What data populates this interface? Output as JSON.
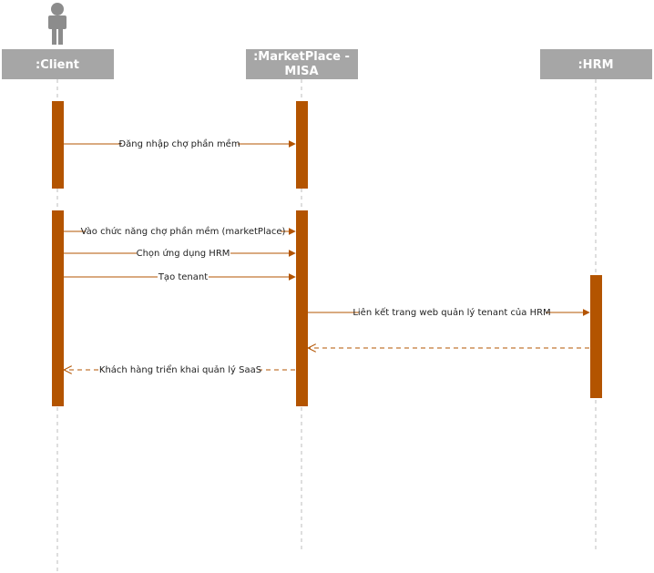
{
  "diagram": {
    "type": "sequence",
    "colors": {
      "header_fill": "#a6a6a6",
      "activation_fill": "#b35400",
      "message_line": "#b35400",
      "lifeline": "#bdbdbd",
      "actor_icon": "#8c8c8c",
      "background": "#ffffff"
    },
    "participants": {
      "client": {
        "icon": "actor-person-icon",
        "label": ":Client"
      },
      "marketplace": {
        "label_line1": ":MarketPlace -",
        "label_line2": "MISA"
      },
      "hrm": {
        "label": ":HRM"
      }
    },
    "messages": [
      {
        "from": "client",
        "to": "marketplace",
        "style": "solid",
        "label": "Đăng nhập chợ phần mềm"
      },
      {
        "from": "client",
        "to": "marketplace",
        "style": "solid",
        "label": "Vào chức năng chợ phần mềm (marketPlace)"
      },
      {
        "from": "client",
        "to": "marketplace",
        "style": "solid",
        "label": "Chọn ứng dụng HRM"
      },
      {
        "from": "client",
        "to": "marketplace",
        "style": "solid",
        "label": "Tạo tenant"
      },
      {
        "from": "marketplace",
        "to": "hrm",
        "style": "solid",
        "label": "Liên kết trang web quản lý tenant của HRM"
      },
      {
        "from": "hrm",
        "to": "marketplace",
        "style": "dashed",
        "label": ""
      },
      {
        "from": "marketplace",
        "to": "client",
        "style": "dashed",
        "label": "Khách hàng triển khai quản lý SaaS"
      }
    ]
  }
}
